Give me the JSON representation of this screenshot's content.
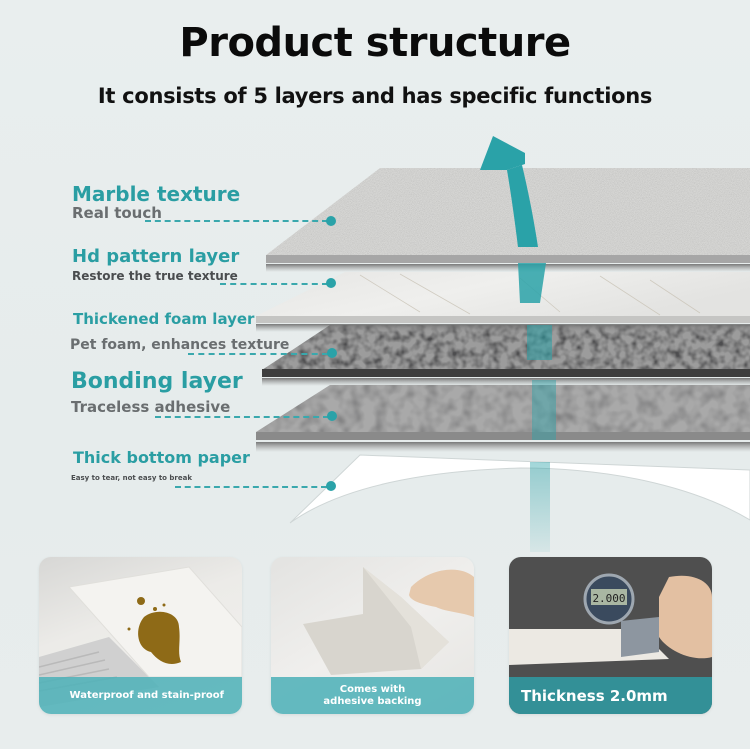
{
  "header": {
    "title": "Product structure",
    "subtitle": "It consists of 5 layers and has specific functions"
  },
  "layers": [
    {
      "name": "Marble texture",
      "description": "Real touch"
    },
    {
      "name": "Hd pattern layer",
      "description": "Restore the true texture"
    },
    {
      "name": "Thickened foam layer",
      "description": "Pet foam, enhances texture"
    },
    {
      "name": "Bonding layer",
      "description": "Traceless adhesive"
    },
    {
      "name": "Thick bottom paper",
      "description": "Easy to tear, not easy to break"
    }
  ],
  "colors": {
    "accent": "#2aa2a8",
    "label_sub": "#6a6e70",
    "band": "#50b2b8"
  },
  "features": [
    {
      "label": "Waterproof and stain-proof"
    },
    {
      "label_line1": "Comes with",
      "label_line2": "adhesive backing"
    },
    {
      "label": "Thickness 2.0mm",
      "gauge_reading": "2.000"
    }
  ]
}
